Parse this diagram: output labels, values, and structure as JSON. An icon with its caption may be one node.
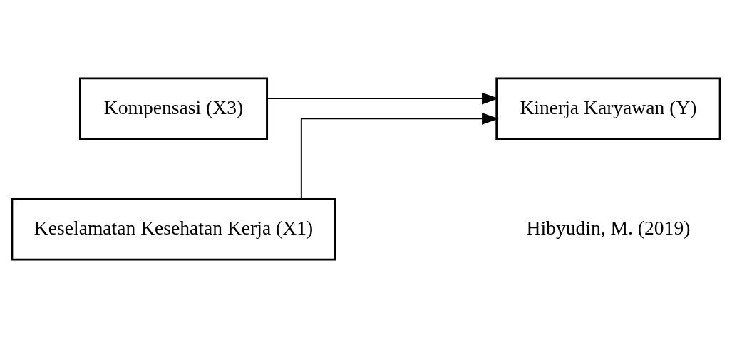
{
  "diagram": {
    "nodes": [
      {
        "text": [
          "Keselamatan Kesehatan Kerja (X1)"
        ]
      },
      {
        "text": [
          "Kinerja Karyawan (Y)"
        ]
      },
      {
        "text": [
          "Kompensasi (X3)"
        ]
      }
    ],
    "edges": [
      {
        "from": 0,
        "to": 1,
        "arrow": "to"
      },
      {
        "from": 2,
        "to": 1,
        "arrow": "to"
      }
    ],
    "labels": [
      "Hibyudin, M. (2019)"
    ]
  }
}
